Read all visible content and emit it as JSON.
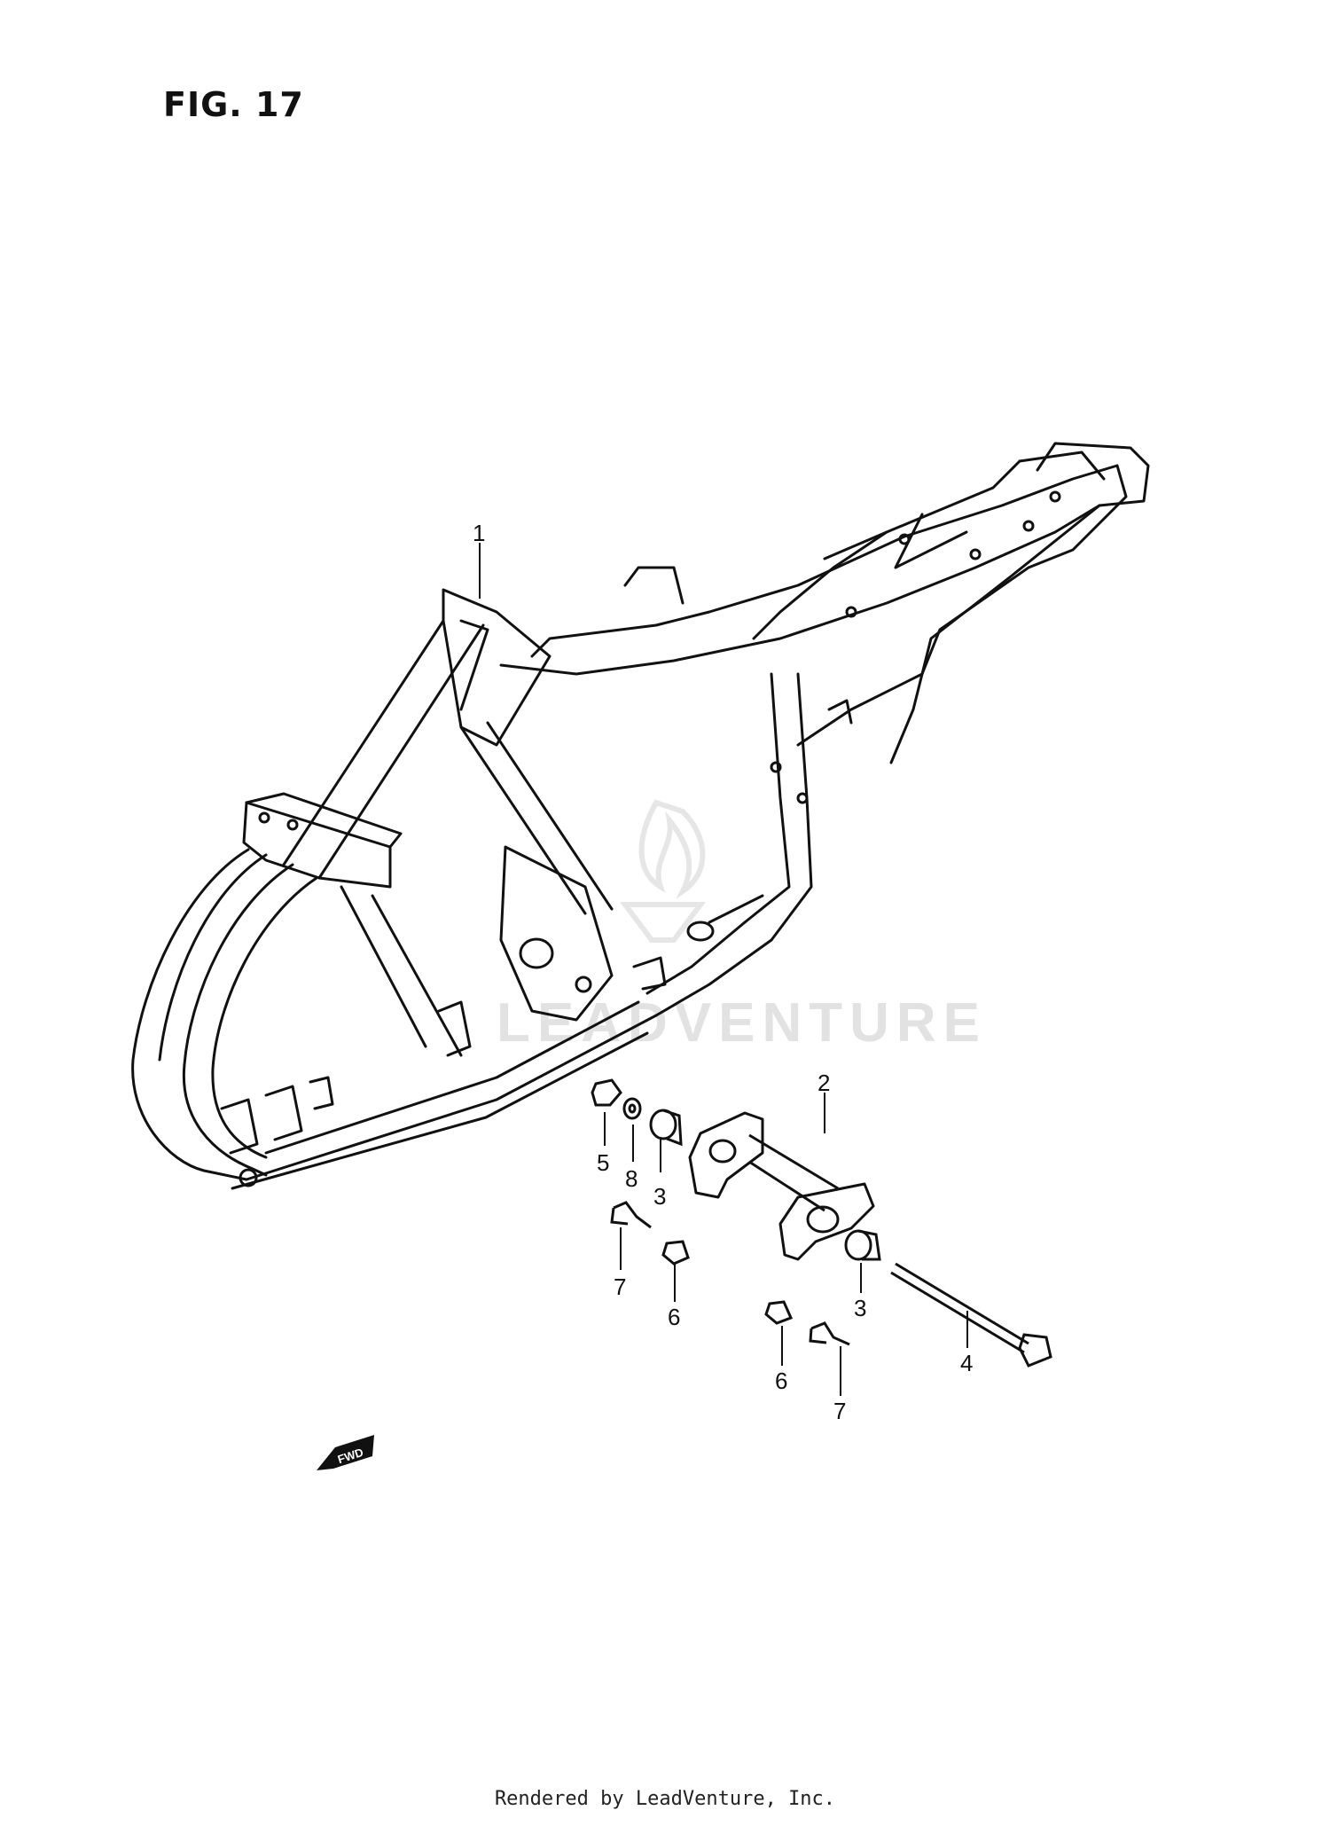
{
  "figure": {
    "title": "FIG. 17"
  },
  "watermark": "LEADVENTURE",
  "direction_badge": "FWD",
  "callouts": [
    {
      "id": "c1",
      "label": "1"
    },
    {
      "id": "c2",
      "label": "2"
    },
    {
      "id": "c3a",
      "label": "3"
    },
    {
      "id": "c3b",
      "label": "3"
    },
    {
      "id": "c4",
      "label": "4"
    },
    {
      "id": "c5",
      "label": "5"
    },
    {
      "id": "c6a",
      "label": "6"
    },
    {
      "id": "c6b",
      "label": "6"
    },
    {
      "id": "c7a",
      "label": "7"
    },
    {
      "id": "c7b",
      "label": "7"
    },
    {
      "id": "c8",
      "label": "8"
    }
  ],
  "footer": "Rendered by LeadVenture, Inc."
}
